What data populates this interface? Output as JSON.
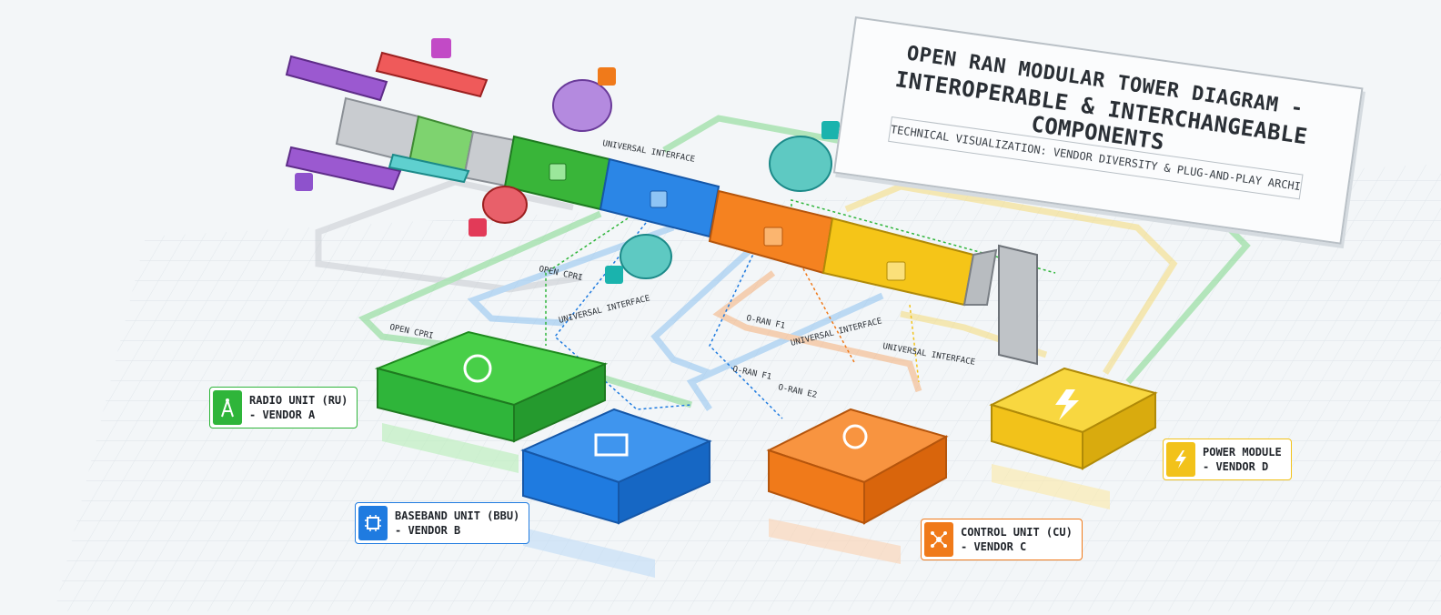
{
  "title": {
    "line1": "OPEN RAN MODULAR TOWER DIAGRAM -",
    "line2": "INTEROPERABLE & INTERCHANGEABLE COMPONENTS",
    "subtitle": "TECHNICAL VISUALIZATION: VENDOR DIVERSITY & PLUG-AND-PLAY ARCHITECTURE"
  },
  "components": [
    {
      "line1": "RADIO UNIT (RU)",
      "line2": "- VENDOR A",
      "color": "#2fb53a",
      "icon": "antenna-icon"
    },
    {
      "line1": "BASEBAND UNIT (BBU)",
      "line2": "- VENDOR B",
      "color": "#1f7be0",
      "icon": "chip-icon"
    },
    {
      "line1": "CONTROL UNIT (CU)",
      "line2": "- VENDOR C",
      "color": "#f07a1a",
      "icon": "network-icon"
    },
    {
      "line1": "POWER MODULE",
      "line2": "- VENDOR D",
      "color": "#f2c21a",
      "icon": "lightning-icon"
    }
  ],
  "interfaces": {
    "universal_top": "UNIVERSAL INTERFACE",
    "open_cpri_1": "OPEN CPRI",
    "open_cpri_2": "OPEN CPRI",
    "universal_1": "UNIVERSAL INTERFACE",
    "oran_f1_1": "O-RAN F1",
    "universal_2": "UNIVERSAL INTERFACE",
    "oran_f1_2": "O-RAN F1",
    "universal_3": "UNIVERSAL INTERFACE",
    "oran_e2": "O-RAN E2"
  }
}
